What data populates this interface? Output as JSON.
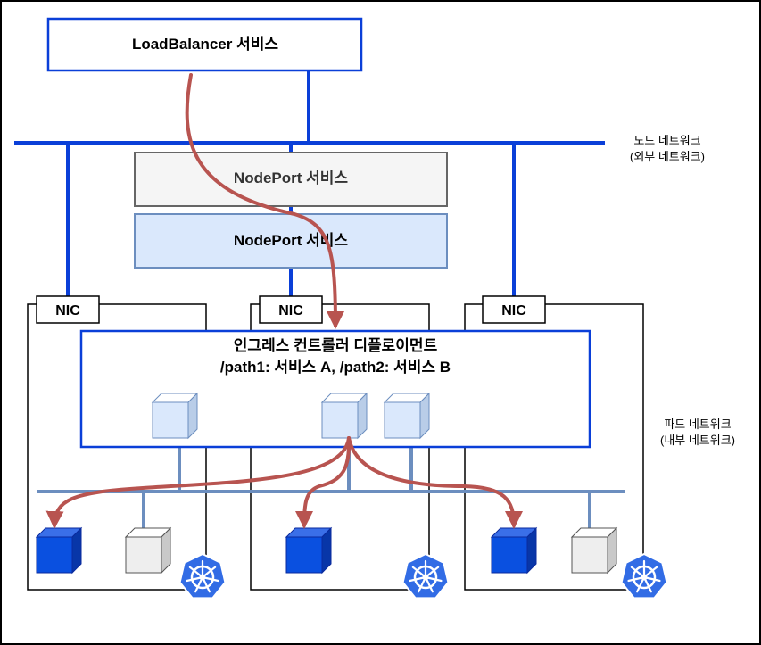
{
  "loadbalancer": {
    "label": "LoadBalancer 서비스"
  },
  "nodeport_gray": {
    "label": "NodePort 서비스"
  },
  "nodeport_blue": {
    "label": "NodePort 서비스"
  },
  "node_network": {
    "line1": "노드 네트워크",
    "line2": "(외부 네트워크)"
  },
  "pod_network": {
    "line1": "파드 네트워크",
    "line2": "(내부 네트워크)"
  },
  "nodes": [
    {
      "nic_label": "NIC"
    },
    {
      "nic_label": "NIC"
    },
    {
      "nic_label": "NIC"
    }
  ],
  "ingress": {
    "line1": "인그레스 컨트롤러 디플로이먼트",
    "line2": "/path1: 서비스 A,  /path2: 서비스 B"
  },
  "colors": {
    "network_blue": "#0a3fd8",
    "pod_network": "#6c8ebf",
    "arrow": "#b85450",
    "pod_blue": "#0a50e0",
    "pod_gray": "#eeeeee",
    "light_cube": "#dae8fc",
    "k8s_blue": "#326ce5"
  },
  "icons": [
    "kubernetes-icon",
    "cube-icon"
  ]
}
